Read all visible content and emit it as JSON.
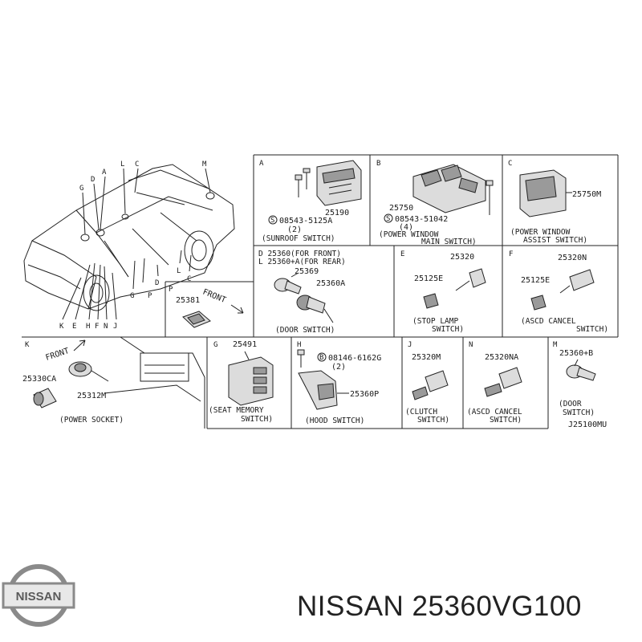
{
  "drawing_id": "J25100MU",
  "brand": {
    "logo_text": "NISSAN",
    "caption": "NISSAN 25360VG100"
  },
  "overview": {
    "letters_top": [
      "G",
      "D",
      "A",
      "L",
      "C",
      "M"
    ],
    "letters_bottom": [
      "K",
      "E",
      "H",
      "F",
      "N",
      "J",
      "G",
      "P",
      "D",
      "L",
      "C"
    ]
  },
  "panel_a": {
    "letter": "A",
    "part": "25190",
    "screw": "08543-5125A",
    "qty": "(2)",
    "caption": "(SUNROOF SWITCH)"
  },
  "panel_b": {
    "letter": "B",
    "part": "25750",
    "screw": "08543-51042",
    "qty": "(4)",
    "caption_1": "(POWER WINDOW",
    "caption_2": "MAIN SWITCH)"
  },
  "panel_c": {
    "letter": "C",
    "part": "25750M",
    "caption_1": "(POWER WINDOW",
    "caption_2": "ASSIST SWITCH)"
  },
  "panel_dl": {
    "line_d": "D 25360(FOR FRONT)",
    "line_l": "L 25360+A(FOR REAR)",
    "part_1": "25369",
    "part_2": "25360A",
    "caption": "(DOOR SWITCH)"
  },
  "panel_e": {
    "letter": "E",
    "part_1": "25320",
    "part_2": "25125E",
    "caption_1": "(STOP LAMP",
    "caption_2": "SWITCH)"
  },
  "panel_f": {
    "letter": "F",
    "part_1": "25320N",
    "part_2": "25125E",
    "caption_1": "(ASCD CANCEL",
    "caption_2": "SWITCH)"
  },
  "panel_p": {
    "letter": "P",
    "part": "25381",
    "front": "FRONT"
  },
  "panel_k": {
    "letter": "K",
    "front": "FRONT",
    "part_1": "25330CA",
    "part_2": "25312M",
    "caption": "(POWER SOCKET)"
  },
  "panel_g": {
    "letter": "G",
    "part": "25491",
    "caption_1": "(SEAT MEMORY",
    "caption_2": "SWITCH)"
  },
  "panel_h": {
    "letter": "H",
    "bolt": "08146-6162G",
    "qty": "(2)",
    "part": "25360P",
    "caption": "(HOOD SWITCH)"
  },
  "panel_j": {
    "letter": "J",
    "part": "25320M",
    "caption_1": "(CLUTCH",
    "caption_2": "SWITCH)"
  },
  "panel_n": {
    "letter": "N",
    "part": "25320NA",
    "caption_1": "(ASCD CANCEL",
    "caption_2": "SWITCH)"
  },
  "panel_m": {
    "letter": "M",
    "part": "25360+B",
    "caption_1": "(DOOR",
    "caption_2": "SWITCH)"
  },
  "symbols": {
    "s": "S",
    "b": "B"
  }
}
